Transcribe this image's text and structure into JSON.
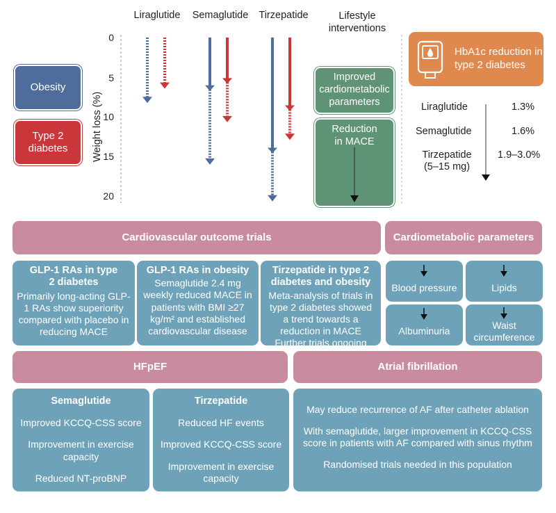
{
  "columns": {
    "liraglutide": "Liraglutide",
    "semaglutide": "Semaglutide",
    "tirzepatide": "Tirzepatide",
    "lifestyle": "Lifestyle interventions"
  },
  "conditions": {
    "obesity": "Obesity",
    "type2": "Type 2 diabetes"
  },
  "axis": {
    "title": "Weight loss (%)",
    "ticks": [
      "0",
      "5",
      "10",
      "15",
      "20"
    ]
  },
  "chart_data": {
    "type": "bar",
    "categories": [
      "Liraglutide",
      "Semaglutide",
      "Tirzepatide"
    ],
    "ylabel": "Weight loss (%)",
    "ylim": [
      0,
      20
    ],
    "series": [
      {
        "name": "Obesity",
        "color": "#4e6d9c",
        "solid": [
          0,
          6.5,
          14.3
        ],
        "dashed": [
          8.2,
          15.9,
          20.5
        ]
      },
      {
        "name": "Type 2 diabetes",
        "color": "#c9373a",
        "solid": [
          0,
          5.6,
          9.0
        ],
        "dashed": [
          6.4,
          10.6,
          12.8
        ]
      }
    ]
  },
  "lifestyle": {
    "improved": "Improved cardiometabolic parameters",
    "mace": "Reduction in MACE"
  },
  "hba1c": {
    "title": "HbA1c reduction in type 2 diabetes",
    "rows": [
      {
        "drug": "Liraglutide",
        "value": "1.3%"
      },
      {
        "drug": "Semaglutide",
        "value": "1.6%"
      },
      {
        "drug": "Tirzepatide (5–15 mg)",
        "value": "1.9–3.0%"
      }
    ]
  },
  "sections": {
    "cvot": "Cardiovascular outcome trials",
    "cardiometabolic": "Cardiometabolic parameters",
    "hfpef": "HFpEF",
    "af": "Atrial fibrillation"
  },
  "cvot_panels": [
    {
      "title": "GLP-1 RAs in type 2 diabetes",
      "text": "Primarily long-acting GLP-1 RAs show superiority compared with placebo in reducing MACE"
    },
    {
      "title": "GLP-1 RAs in obesity",
      "text": "Semaglutide 2.4 mg weekly reduced MACE in patients with BMI ≥27 kg/m² and established cardiovascular disease"
    },
    {
      "title": "Tirzepatide in type 2 diabetes and obesity",
      "text": "Meta-analysis of trials in type 2 diabetes showed a trend towards a reduction in MACE",
      "text2": "Further trials ongoing"
    }
  ],
  "cardiometabolic_items": [
    "Blood pressure",
    "Lipids",
    "Albuminuria",
    "Waist circumference"
  ],
  "hfpef_panels": [
    {
      "title": "Semaglutide",
      "items": [
        "Improved KCCQ-CSS score",
        "Improvement in exercise capacity",
        "Reduced NT-proBNP"
      ]
    },
    {
      "title": "Tirzepatide",
      "items": [
        "Reduced HF events",
        "Improved KCCQ-CSS score",
        "Improvement in exercise capacity"
      ]
    }
  ],
  "af_items": [
    "May reduce recurrence of AF after catheter ablation",
    "With semaglutide, larger improvement in KCCQ-CSS score in patients with AF compared with sinus rhythm",
    "Randomised trials needed in this population"
  ]
}
